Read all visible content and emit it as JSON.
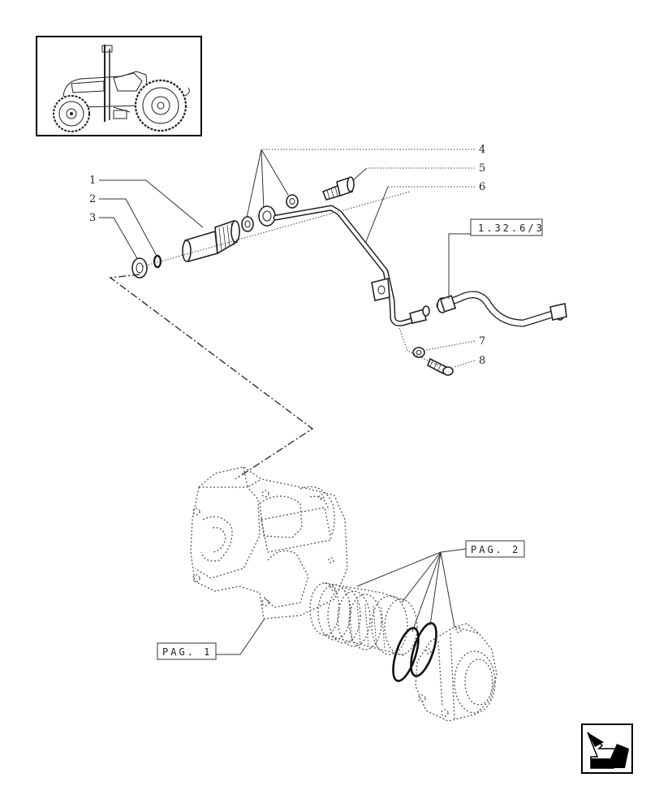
{
  "callouts": [
    "1",
    "2",
    "3",
    "4",
    "5",
    "6",
    "7",
    "8"
  ],
  "references": {
    "hose_ref": "1.32.6/3",
    "page_ref_1": "PAG. 1",
    "page_ref_2": "PAG. 2"
  },
  "icons": {
    "thumbnail": "tractor-thumbnail-icon",
    "nav": "return-arrow-icon"
  },
  "colors": {
    "line": "#222222",
    "background": "#ffffff"
  }
}
